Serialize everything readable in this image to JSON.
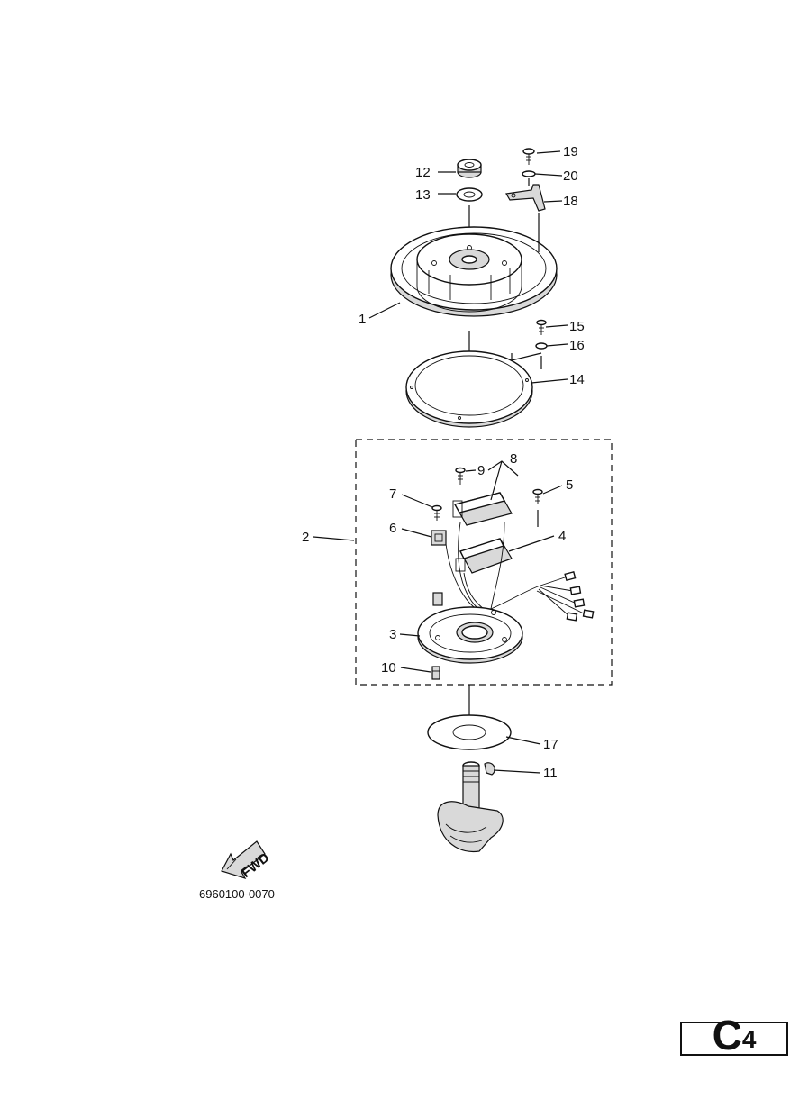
{
  "callouts": {
    "c1": "1",
    "c2": "2",
    "c3": "3",
    "c4": "4",
    "c5": "5",
    "c6": "6",
    "c7": "7",
    "c8": "8",
    "c9": "9",
    "c10": "10",
    "c11": "11",
    "c12": "12",
    "c13": "13",
    "c14": "14",
    "c15": "15",
    "c16": "16",
    "c17": "17",
    "c18": "18",
    "c19": "19",
    "c20": "20"
  },
  "fwd_label": "FWD",
  "drawing_code": "6960100-0070",
  "page": {
    "letter": "C",
    "number": "4"
  }
}
